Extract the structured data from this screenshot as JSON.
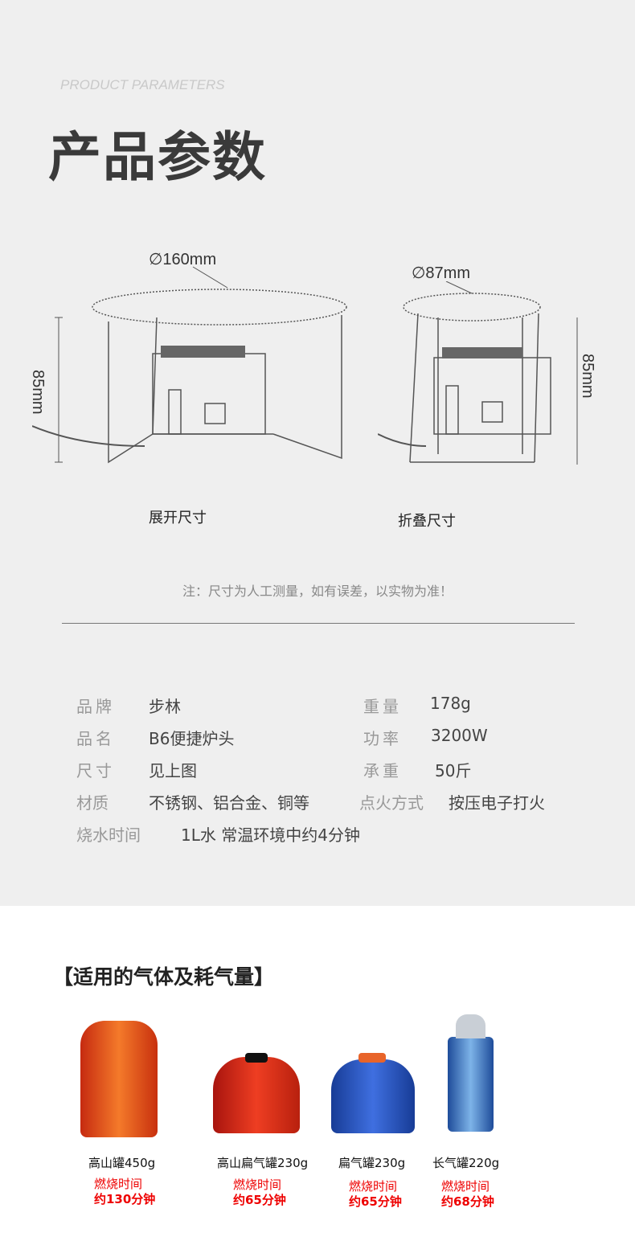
{
  "header": {
    "subtitle": "PRODUCT PARAMETERS",
    "title": "产品参数"
  },
  "diagrams": {
    "expanded": {
      "diameter": "∅160mm",
      "height": "85mm",
      "caption": "展开尺寸"
    },
    "folded": {
      "diameter": "∅87mm",
      "height": "85mm",
      "caption": "折叠尺寸"
    },
    "note": "注：尺寸为人工测量，如有误差，以实物为准！"
  },
  "specs": [
    {
      "label": "品牌",
      "value": "步林",
      "label2": "重量",
      "value2": "178g"
    },
    {
      "label": "品名",
      "value": "B6便捷炉头",
      "label2": "功率",
      "value2": "3200W"
    },
    {
      "label": "尺寸",
      "value": "见上图",
      "label2": "承重",
      "value2": "50斤"
    },
    {
      "label": "材质",
      "value": "不锈钢、铝合金、铜等",
      "label2": "点火方式",
      "value2": "按压电子打火"
    },
    {
      "label": "烧水时间",
      "value": "1L水 常温环境中约4分钟"
    }
  ],
  "gas": {
    "title": "【适用的气体及耗气量】",
    "cans": [
      {
        "name": "高山罐450g",
        "burn_label": "燃烧时间",
        "burn_time": "约130分钟",
        "color": "#e8481c"
      },
      {
        "name": "高山扁气罐230g",
        "burn_label": "燃烧时间",
        "burn_time": "约65分钟",
        "color": "#d8261a"
      },
      {
        "name": "扁气罐230g",
        "burn_label": "燃烧时间",
        "burn_time": "约65分钟",
        "color": "#1f4fc0"
      },
      {
        "name": "长气罐220g",
        "burn_label": "燃烧时间",
        "burn_time": "约68分钟",
        "color": "#2a6fc8"
      }
    ]
  }
}
